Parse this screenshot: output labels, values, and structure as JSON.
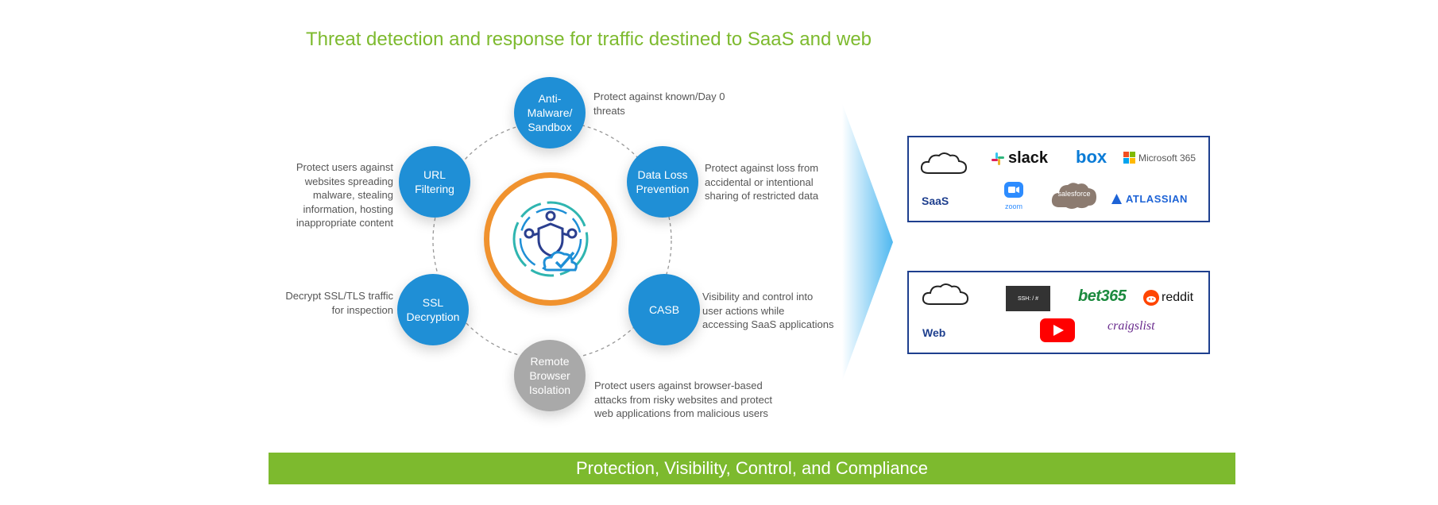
{
  "title": "Threat detection and response for traffic destined to SaaS and web",
  "nodes": [
    {
      "id": "anti-malware",
      "label": "Anti-\nMalware/\nSandbox",
      "description": "Protect against known/Day 0\nthreats"
    },
    {
      "id": "dlp",
      "label": "Data Loss\nPrevention",
      "description": "Protect against loss from\naccidental or intentional\nsharing of restricted data"
    },
    {
      "id": "casb",
      "label": "CASB",
      "description": "Visibility and control into\nuser actions while\naccessing SaaS applications"
    },
    {
      "id": "rbi",
      "label": "Remote\nBrowser\nIsolation",
      "description": "Protect users against browser-based\nattacks from risky websites and protect\nweb applications from malicious users"
    },
    {
      "id": "ssl",
      "label": "SSL\nDecryption",
      "description": "Decrypt SSL/TLS traffic\nfor inspection"
    },
    {
      "id": "url",
      "label": "URL\nFiltering",
      "description": "Protect users against\nwebsites spreading\nmalware, stealing\ninformation, hosting\ninappropriate content"
    }
  ],
  "saas": {
    "label": "SaaS",
    "logos": {
      "slack": "slack",
      "box": "box",
      "microsoft": "Microsoft 365",
      "zoom": "zoom",
      "salesforce": "salesforce",
      "atlassian": "ATLASSIAN"
    }
  },
  "web": {
    "label": "Web",
    "logos": {
      "ssh": "SSH: / #",
      "bet365": "bet365",
      "reddit": "reddit",
      "craigslist": "craigslist"
    }
  },
  "footer": "Protection, Visibility, Control, and Compliance",
  "colors": {
    "green": "#7dba2e",
    "blue": "#1f8fd6",
    "gray": "#a9a9a9",
    "orange": "#f0922e",
    "navy": "#1e3f8e"
  }
}
